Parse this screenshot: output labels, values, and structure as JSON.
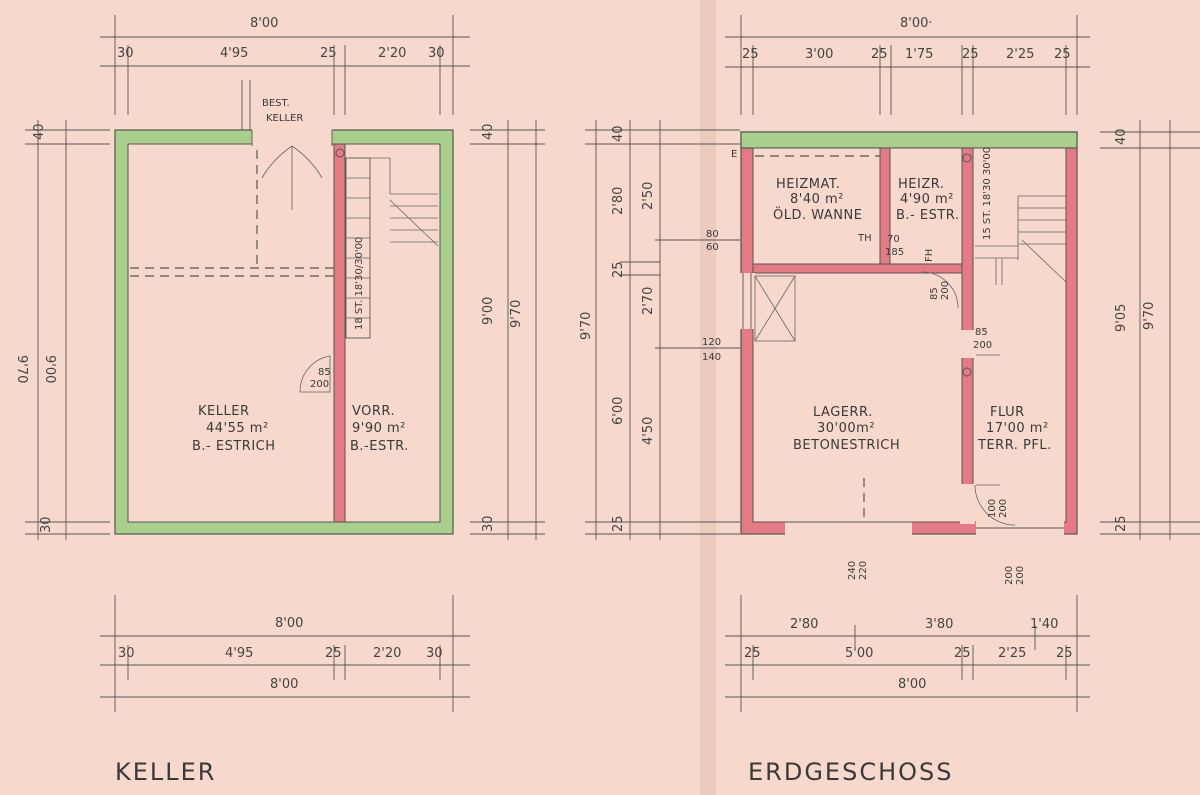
{
  "fold_color": "#e8c4b6",
  "paper_color": "#f6d9cc",
  "wall_green": "#a9cf8c",
  "wall_red": "#e47a84",
  "keller": {
    "title": "KELLER",
    "top_total": "8'00",
    "top_parts": [
      "30",
      "4'95",
      "25",
      "2'20",
      "30"
    ],
    "bottom_total": "8'00",
    "bottom_parts": [
      "30",
      "4'95",
      "25",
      "2'20",
      "30"
    ],
    "bottom_total2": "8'00",
    "left_total": "9'70",
    "left_inner": "9'00",
    "left_top": "40",
    "left_bottom": "30",
    "right_top": "40",
    "right_inner": "9'00",
    "right_total": "9'70",
    "right_bottom": "30",
    "best": "BEST.",
    "best2": "KELLER",
    "stair": "18 ST. 18'30/30'00",
    "door": "85",
    "door2": "200",
    "room1_name": "KELLER",
    "room1_area": "44'55 m²",
    "room1_floor": "B.- ESTRICH",
    "room2_name": "VORR.",
    "room2_area": "9'90 m²",
    "room2_floor": "B.-ESTR."
  },
  "middle": {
    "total": "9'70",
    "a": "40",
    "b": "2'80",
    "c": "25",
    "d": "6'00",
    "e": "25",
    "f": "2'50",
    "g": "2'70",
    "h": "4'50",
    "win1": "80",
    "win1b": "60",
    "win2": "120",
    "win2b": "140"
  },
  "erd": {
    "title": "ERDGESCHOSS",
    "top_total": "8'00·",
    "top_parts": [
      "25",
      "3'00",
      "25",
      "1'75",
      "25",
      "2'25",
      "25"
    ],
    "bottom_row1": [
      "2'80",
      "3'80",
      "1'40"
    ],
    "bottom_row2": [
      "25",
      "5'00",
      "25",
      "2'25",
      "25"
    ],
    "bottom_total": "8'00",
    "right_top": "40",
    "right_inner": "9'05",
    "right_total": "9'70",
    "right_bottom": "25",
    "r1_name": "HEIZMAT.",
    "r1_area": "8'40 m²",
    "r1_floor": "ÖLD. WANNE",
    "r2_name": "HEIZR.",
    "r2_area": "4'90 m²",
    "r2_floor": "B.- ESTR.",
    "r3_name": "LAGERR.",
    "r3_area": "30'00m²",
    "r3_floor": "BETONESTRICH",
    "r4_name": "FLUR",
    "r4_area": "17'00 m²",
    "r4_floor": "TERR. PFL.",
    "th": "TH",
    "d1": "70",
    "d1b": "185",
    "d2": "85",
    "d2b": "200",
    "fh": "FH",
    "d3": "85",
    "d3b": "200",
    "d4": "100",
    "d4b": "200",
    "d5": "200",
    "d5b": "200",
    "gate": "240",
    "gate2": "220",
    "stair": "15 ST. 18'30 30'00"
  }
}
